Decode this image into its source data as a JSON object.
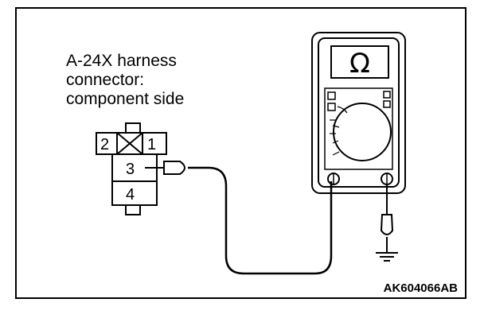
{
  "connector": {
    "caption_lines": [
      "A-24X harness",
      "connector:",
      "component side"
    ],
    "pins": [
      "2",
      "1",
      "3",
      "4"
    ]
  },
  "meter": {
    "display_symbol": "Ω"
  },
  "figure_code": "AK604066AB"
}
